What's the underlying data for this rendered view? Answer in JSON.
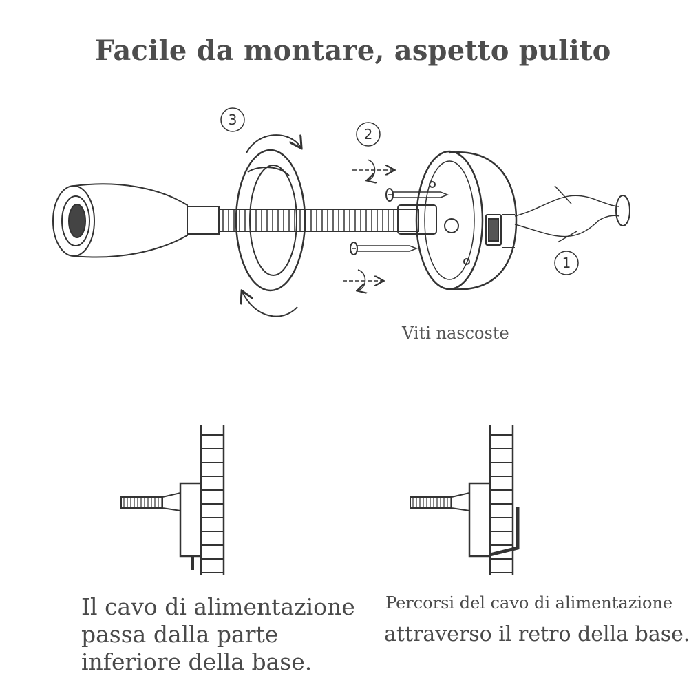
{
  "title": "Facile da montare, aspetto pulito",
  "steps": [
    "1",
    "2",
    "3"
  ],
  "hidden_screws_label": "Viti nascoste",
  "left_caption": "Il cavo di alimentazione passa dalla parte inferiore della base.",
  "right_caption_line1": "Percorsi del cavo di alimentazione",
  "right_caption_line2": "attraverso il retro della base.",
  "icons": [
    "lamp-head-icon",
    "gooseneck-icon",
    "ring-cover-icon",
    "base-icon",
    "screw-icon",
    "arrow-icon",
    "wall-icon",
    "cable-icon"
  ]
}
